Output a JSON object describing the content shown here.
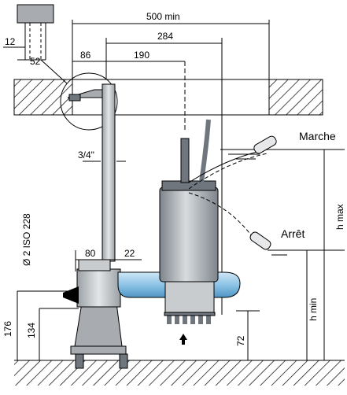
{
  "dimensions": {
    "d500": "500 min",
    "d284": "284",
    "d86": "86",
    "d190": "190",
    "d12": "12",
    "d52": "52",
    "d34": "3/4\"",
    "d80": "80",
    "d22": "22",
    "diso": "Ø 2 ISO 228",
    "d176": "176",
    "d134": "134",
    "d72": "72",
    "hmin": "h min",
    "hmax": "h max"
  },
  "labels": {
    "marche": "Marche",
    "arret": "Arrêt"
  },
  "colors": {
    "line": "#000000",
    "pump_body": "#b9bec3",
    "pump_dark": "#6f767d",
    "discharge_blue": "#8ec3e6",
    "base_grey": "#a8acb0",
    "hatch": "#000000"
  }
}
